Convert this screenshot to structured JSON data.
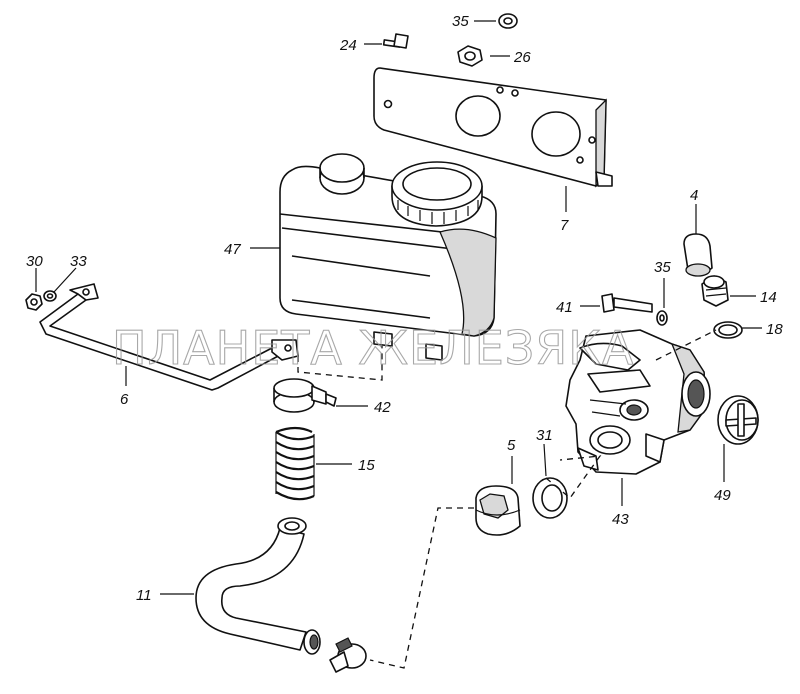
{
  "watermark": "ПЛАНЕТА ЖЕЛЕЗЯКА",
  "callouts": [
    {
      "id": "c35a",
      "text": "35"
    },
    {
      "id": "c24",
      "text": "24"
    },
    {
      "id": "c26",
      "text": "26"
    },
    {
      "id": "c7",
      "text": "7"
    },
    {
      "id": "c47",
      "text": "47"
    },
    {
      "id": "c4",
      "text": "4"
    },
    {
      "id": "c30",
      "text": "30"
    },
    {
      "id": "c33",
      "text": "33"
    },
    {
      "id": "c35b",
      "text": "35"
    },
    {
      "id": "c41",
      "text": "41"
    },
    {
      "id": "c14",
      "text": "14"
    },
    {
      "id": "c18",
      "text": "18"
    },
    {
      "id": "c6",
      "text": "6"
    },
    {
      "id": "c42",
      "text": "42"
    },
    {
      "id": "c15",
      "text": "15"
    },
    {
      "id": "c5",
      "text": "5"
    },
    {
      "id": "c31",
      "text": "31"
    },
    {
      "id": "c43",
      "text": "43"
    },
    {
      "id": "c49",
      "text": "49"
    },
    {
      "id": "c11",
      "text": "11"
    }
  ]
}
